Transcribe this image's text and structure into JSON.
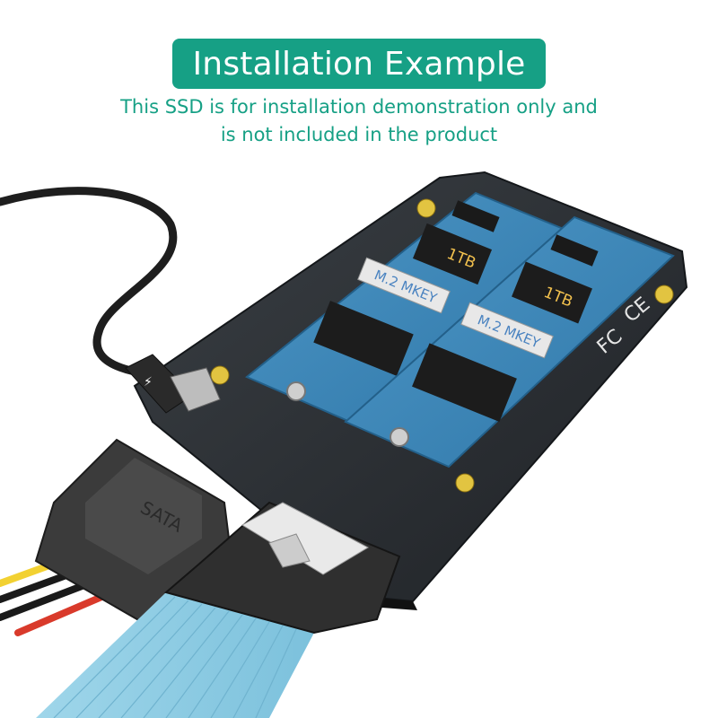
{
  "header": {
    "title": "Installation Example",
    "subtitle_line1": "This SSD is for installation demonstration only and",
    "subtitle_line2": "is not included in the product"
  },
  "product": {
    "ssd_capacity": "1TB",
    "ssd_label": "M.2 MKEY",
    "connector_label": "SATA",
    "cert_marks": [
      "FC",
      "CE"
    ],
    "colors": {
      "accent": "#16a085",
      "board": "#2b2f33",
      "ssd": "#3f87b8",
      "cable": "#8fcfe6"
    }
  }
}
